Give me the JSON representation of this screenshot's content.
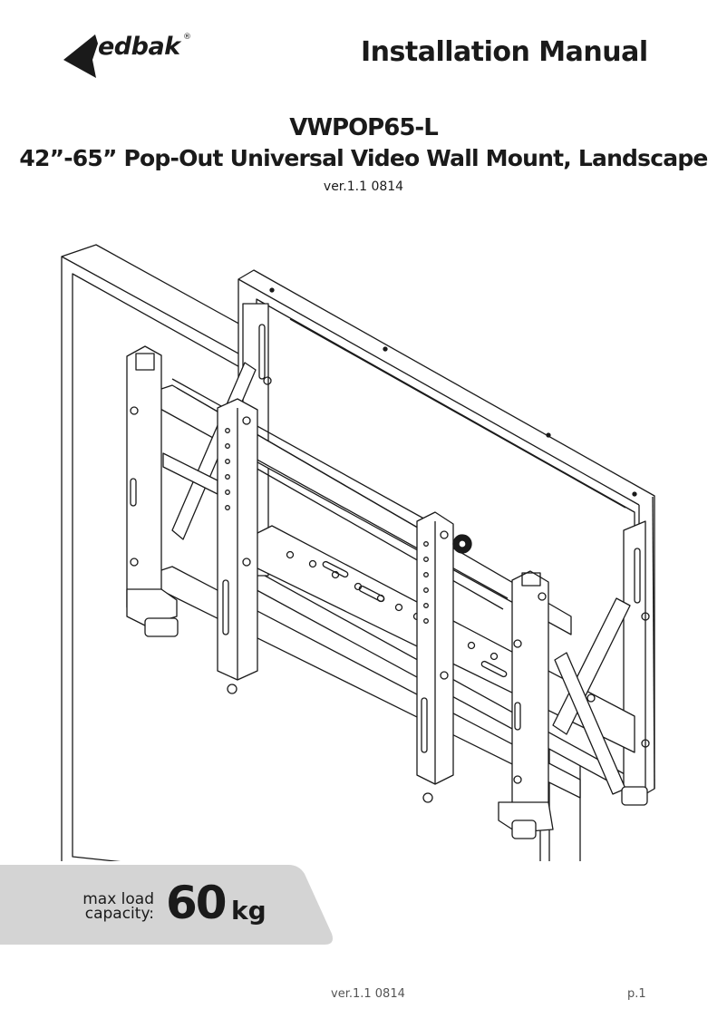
{
  "header": {
    "brand": "edbak",
    "brand_mark": "®",
    "document_type": "Installation Manual"
  },
  "title": {
    "model": "VWPOP65-L",
    "product_name": "42”-65” Pop-Out Universal Video Wall Mount, Landscape",
    "version": "ver.1.1 0814"
  },
  "illustration": {
    "icon": "wall-mount-technical-drawing-icon",
    "stroke_color": "#1a1a1a"
  },
  "load_badge": {
    "label_line1": "max load",
    "label_line2": "capacity:",
    "value": "60",
    "unit": "kg",
    "background_color": "#d4d4d4"
  },
  "footer": {
    "version": "ver.1.1 0814",
    "page": "p.1"
  }
}
